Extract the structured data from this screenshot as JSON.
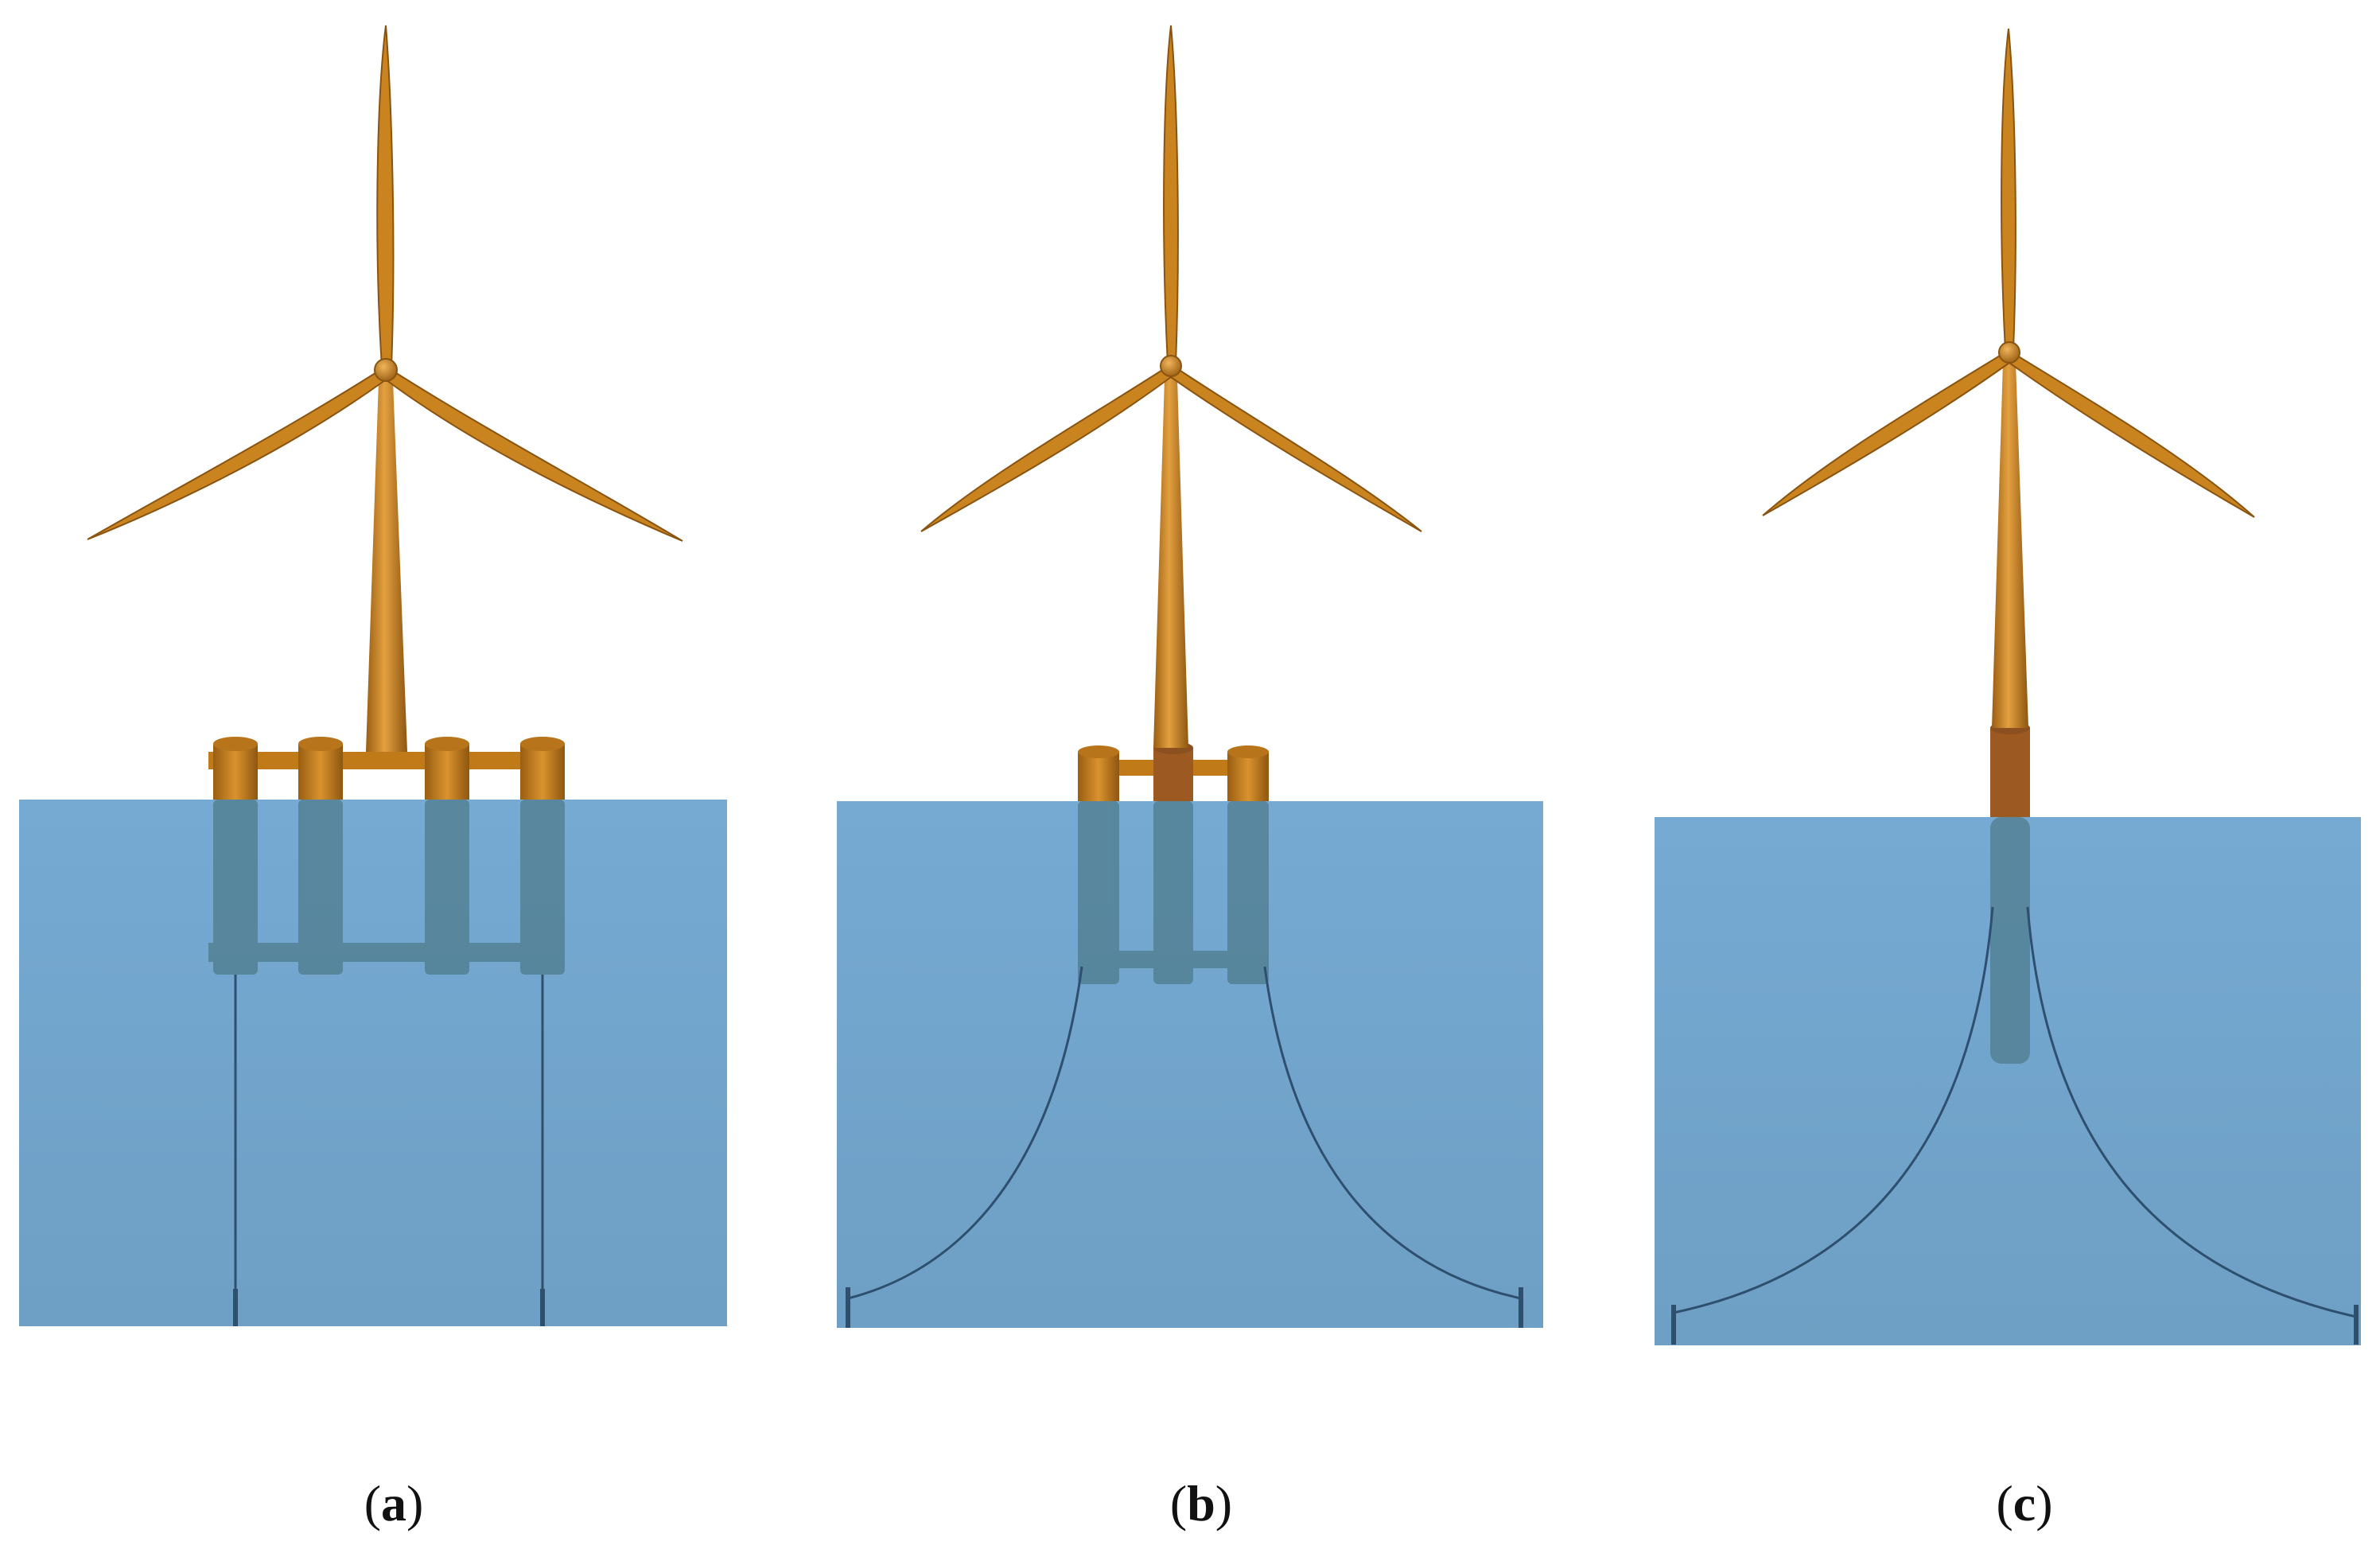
{
  "panels": [
    {
      "id": "a",
      "caption_letter": "a"
    },
    {
      "id": "b",
      "caption_letter": "b"
    },
    {
      "id": "c",
      "caption_letter": "c"
    }
  ],
  "colors": {
    "turbine": "#C9801A",
    "turbine_dark": "#8A5410",
    "water": "#6FA6CF",
    "submerged_structure": "#4F7E8F",
    "mooring_line": "#2E4F6E",
    "background": "#FFFFFF"
  }
}
